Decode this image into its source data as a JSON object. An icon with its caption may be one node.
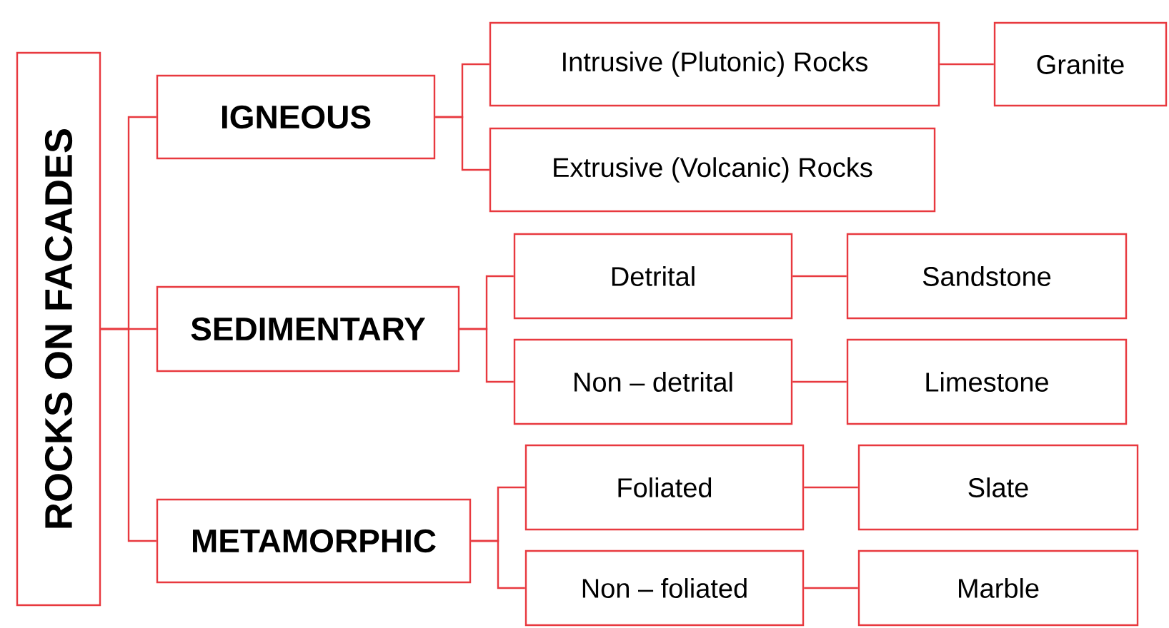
{
  "diagram": {
    "nodes": [
      {
        "text": [
          "ROCKS ON FACADES"
        ]
      },
      {
        "text": [
          "IGNEOUS"
        ]
      },
      {
        "text": [
          "Intrusive (Plutonic) Rocks"
        ]
      },
      {
        "text": [
          "Granite"
        ]
      },
      {
        "text": [
          "Extrusive (Volcanic) Rocks"
        ]
      },
      {
        "text": [
          "SEDIMENTARY"
        ]
      },
      {
        "text": [
          "Detrital"
        ]
      },
      {
        "text": [
          "Sandstone"
        ]
      },
      {
        "text": [
          "Non – detrital"
        ]
      },
      {
        "text": [
          "Limestone"
        ]
      },
      {
        "text": [
          "METAMORPHIC"
        ]
      },
      {
        "text": [
          "Foliated"
        ]
      },
      {
        "text": [
          "Slate"
        ]
      },
      {
        "text": [
          "Non – foliated"
        ]
      },
      {
        "text": [
          "Marble"
        ]
      }
    ],
    "edges": [
      {
        "from": 0,
        "to": 1,
        "arrow": "none"
      },
      {
        "from": 0,
        "to": 5,
        "arrow": "none"
      },
      {
        "from": 0,
        "to": 10,
        "arrow": "none"
      },
      {
        "from": 1,
        "to": 2,
        "arrow": "none"
      },
      {
        "from": 1,
        "to": 4,
        "arrow": "none"
      },
      {
        "from": 2,
        "to": 3,
        "arrow": "none"
      },
      {
        "from": 5,
        "to": 6,
        "arrow": "none"
      },
      {
        "from": 5,
        "to": 8,
        "arrow": "none"
      },
      {
        "from": 6,
        "to": 7,
        "arrow": "none"
      },
      {
        "from": 8,
        "to": 9,
        "arrow": "none"
      },
      {
        "from": 10,
        "to": 11,
        "arrow": "none"
      },
      {
        "from": 10,
        "to": 13,
        "arrow": "none"
      },
      {
        "from": 11,
        "to": 12,
        "arrow": "none"
      },
      {
        "from": 13,
        "to": 14,
        "arrow": "none"
      }
    ]
  }
}
